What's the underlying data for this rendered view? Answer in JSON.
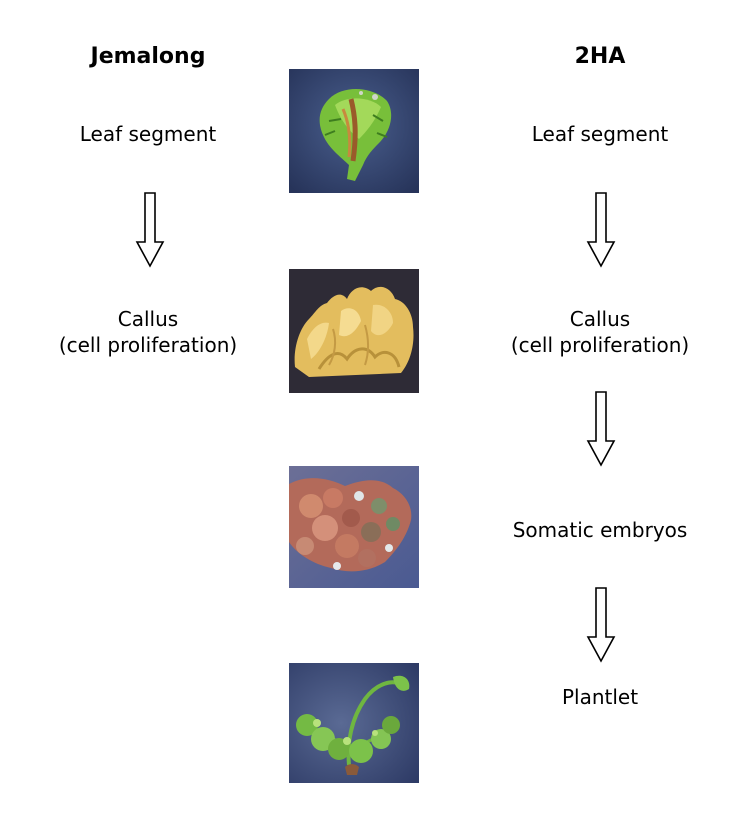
{
  "columns": {
    "left": {
      "title": "Jemalong",
      "stages": [
        {
          "label": "Leaf segment"
        },
        {
          "line1": "Callus",
          "line2": "(cell proliferation)"
        }
      ]
    },
    "right": {
      "title": "2HA",
      "stages": [
        {
          "label": "Leaf segment"
        },
        {
          "line1": "Callus",
          "line2": "(cell proliferation)"
        },
        {
          "label": "Somatic embryos"
        },
        {
          "label": "Plantlet"
        }
      ]
    }
  },
  "photos": [
    {
      "subject": "leaf-segment-photo"
    },
    {
      "subject": "callus-photo"
    },
    {
      "subject": "somatic-embryos-photo"
    },
    {
      "subject": "plantlet-photo"
    }
  ],
  "colors": {
    "text": "#000000",
    "arrow_stroke": "#000000",
    "photo_bg_blue": "#3a4a78",
    "leaf_green": "#7cc242",
    "callus_yellow": "#e9c66a",
    "embryo_red": "#b86858",
    "plantlet_green": "#5fa83a"
  }
}
